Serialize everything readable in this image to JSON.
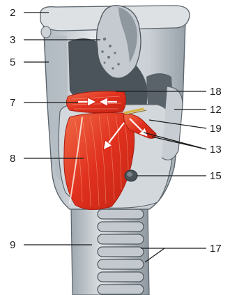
{
  "figure": {
    "labels": [
      {
        "id": "l2",
        "text": "2"
      },
      {
        "id": "l3",
        "text": "3"
      },
      {
        "id": "l5",
        "text": "5"
      },
      {
        "id": "l7",
        "text": "7"
      },
      {
        "id": "l8",
        "text": "8"
      },
      {
        "id": "l9",
        "text": "9"
      },
      {
        "id": "l18",
        "text": "18"
      },
      {
        "id": "l12",
        "text": "12"
      },
      {
        "id": "l19",
        "text": "19"
      },
      {
        "id": "l13",
        "text": "13"
      },
      {
        "id": "l15",
        "text": "15"
      },
      {
        "id": "l17",
        "text": "17"
      }
    ],
    "colors": {
      "cartilage": "#cfd4d9",
      "cartilage_shade": "#9aa3ab",
      "cartilage_dark": "#5d666e",
      "muscle": "#e0301e",
      "muscle_light": "#f07a55",
      "arrow": "#d81e10",
      "leader_line": "#1a1a1a"
    }
  }
}
